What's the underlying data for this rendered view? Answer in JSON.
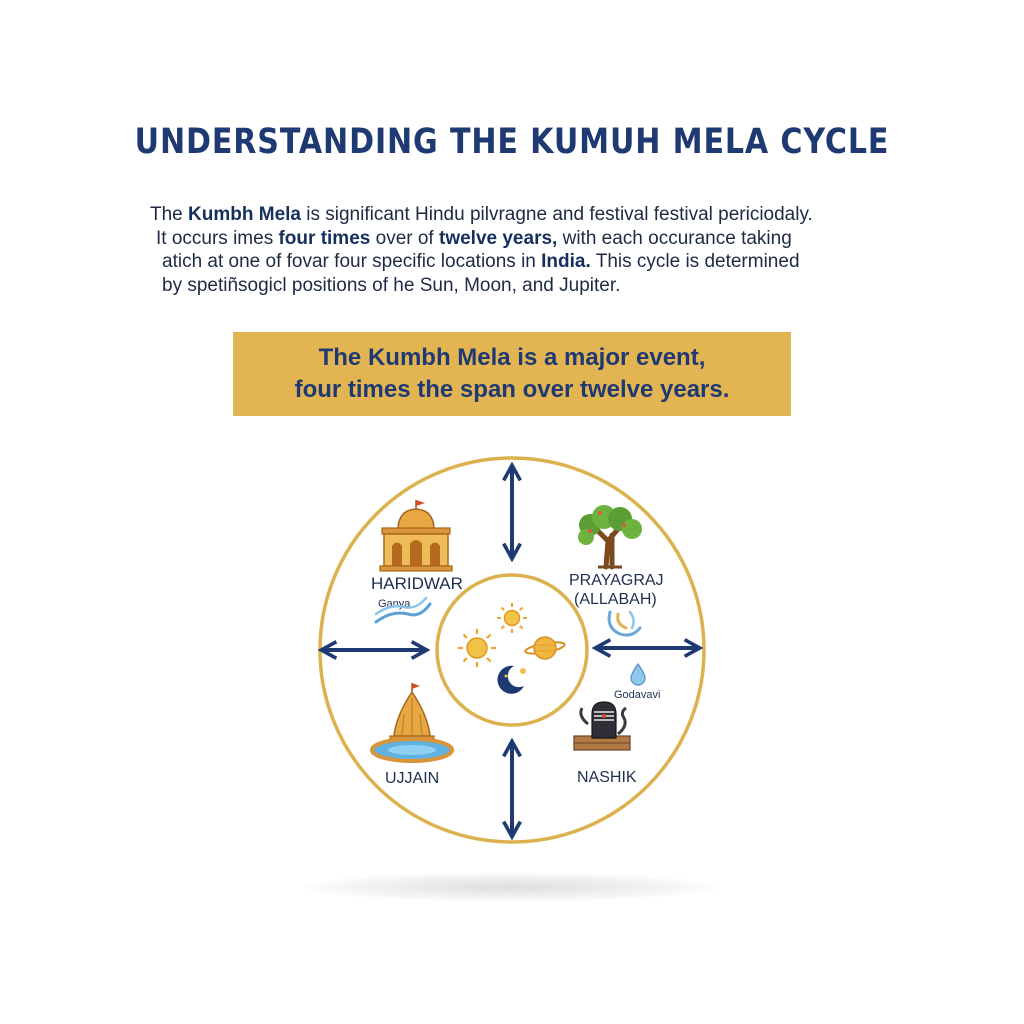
{
  "title": "UNDERSTANDING THE KUMUH MELA CYCLE",
  "intro": {
    "line1": {
      "a": "The ",
      "b": "Kumbh Mela",
      "c": " is significant Hindu pilvragne and festival festival periciodaly."
    },
    "line2": {
      "a": "It occurs imes ",
      "b": "four times",
      "c": " over of ",
      "d": "twelve years,",
      "e": "  with each occurance taking"
    },
    "line3": {
      "a": "atich at one of fovar four specific locations in ",
      "b": "India.",
      "c": " This cycle is determined"
    },
    "line4": "by spetiñsogicl positions of he Sun, Moon, and Jupiter."
  },
  "banner": {
    "line1": "The Kumbh Mela is a major event,",
    "line2": "four times the span over twelve years."
  },
  "locations": {
    "haridwar": {
      "name": "HARIDWAR",
      "river": "Ganya",
      "icon": "temple-icon"
    },
    "prayagraj": {
      "name_line1": "PRAYAGRAJ",
      "name_line2": "(ALLABAH)",
      "icon": "tree-icon"
    },
    "ujjain": {
      "name": "UJJAIN",
      "icon": "temple-pond-icon"
    },
    "nashik": {
      "name": "NASHIK",
      "river": "Godavavi",
      "icon": "shiva-lingam-icon"
    }
  },
  "center_icons": [
    "sun-icon",
    "sun-icon",
    "jupiter-icon",
    "moon-icon"
  ],
  "colors": {
    "navy": "#1f3a72",
    "gold": "#e3b452",
    "ring": "#dcb24f"
  }
}
